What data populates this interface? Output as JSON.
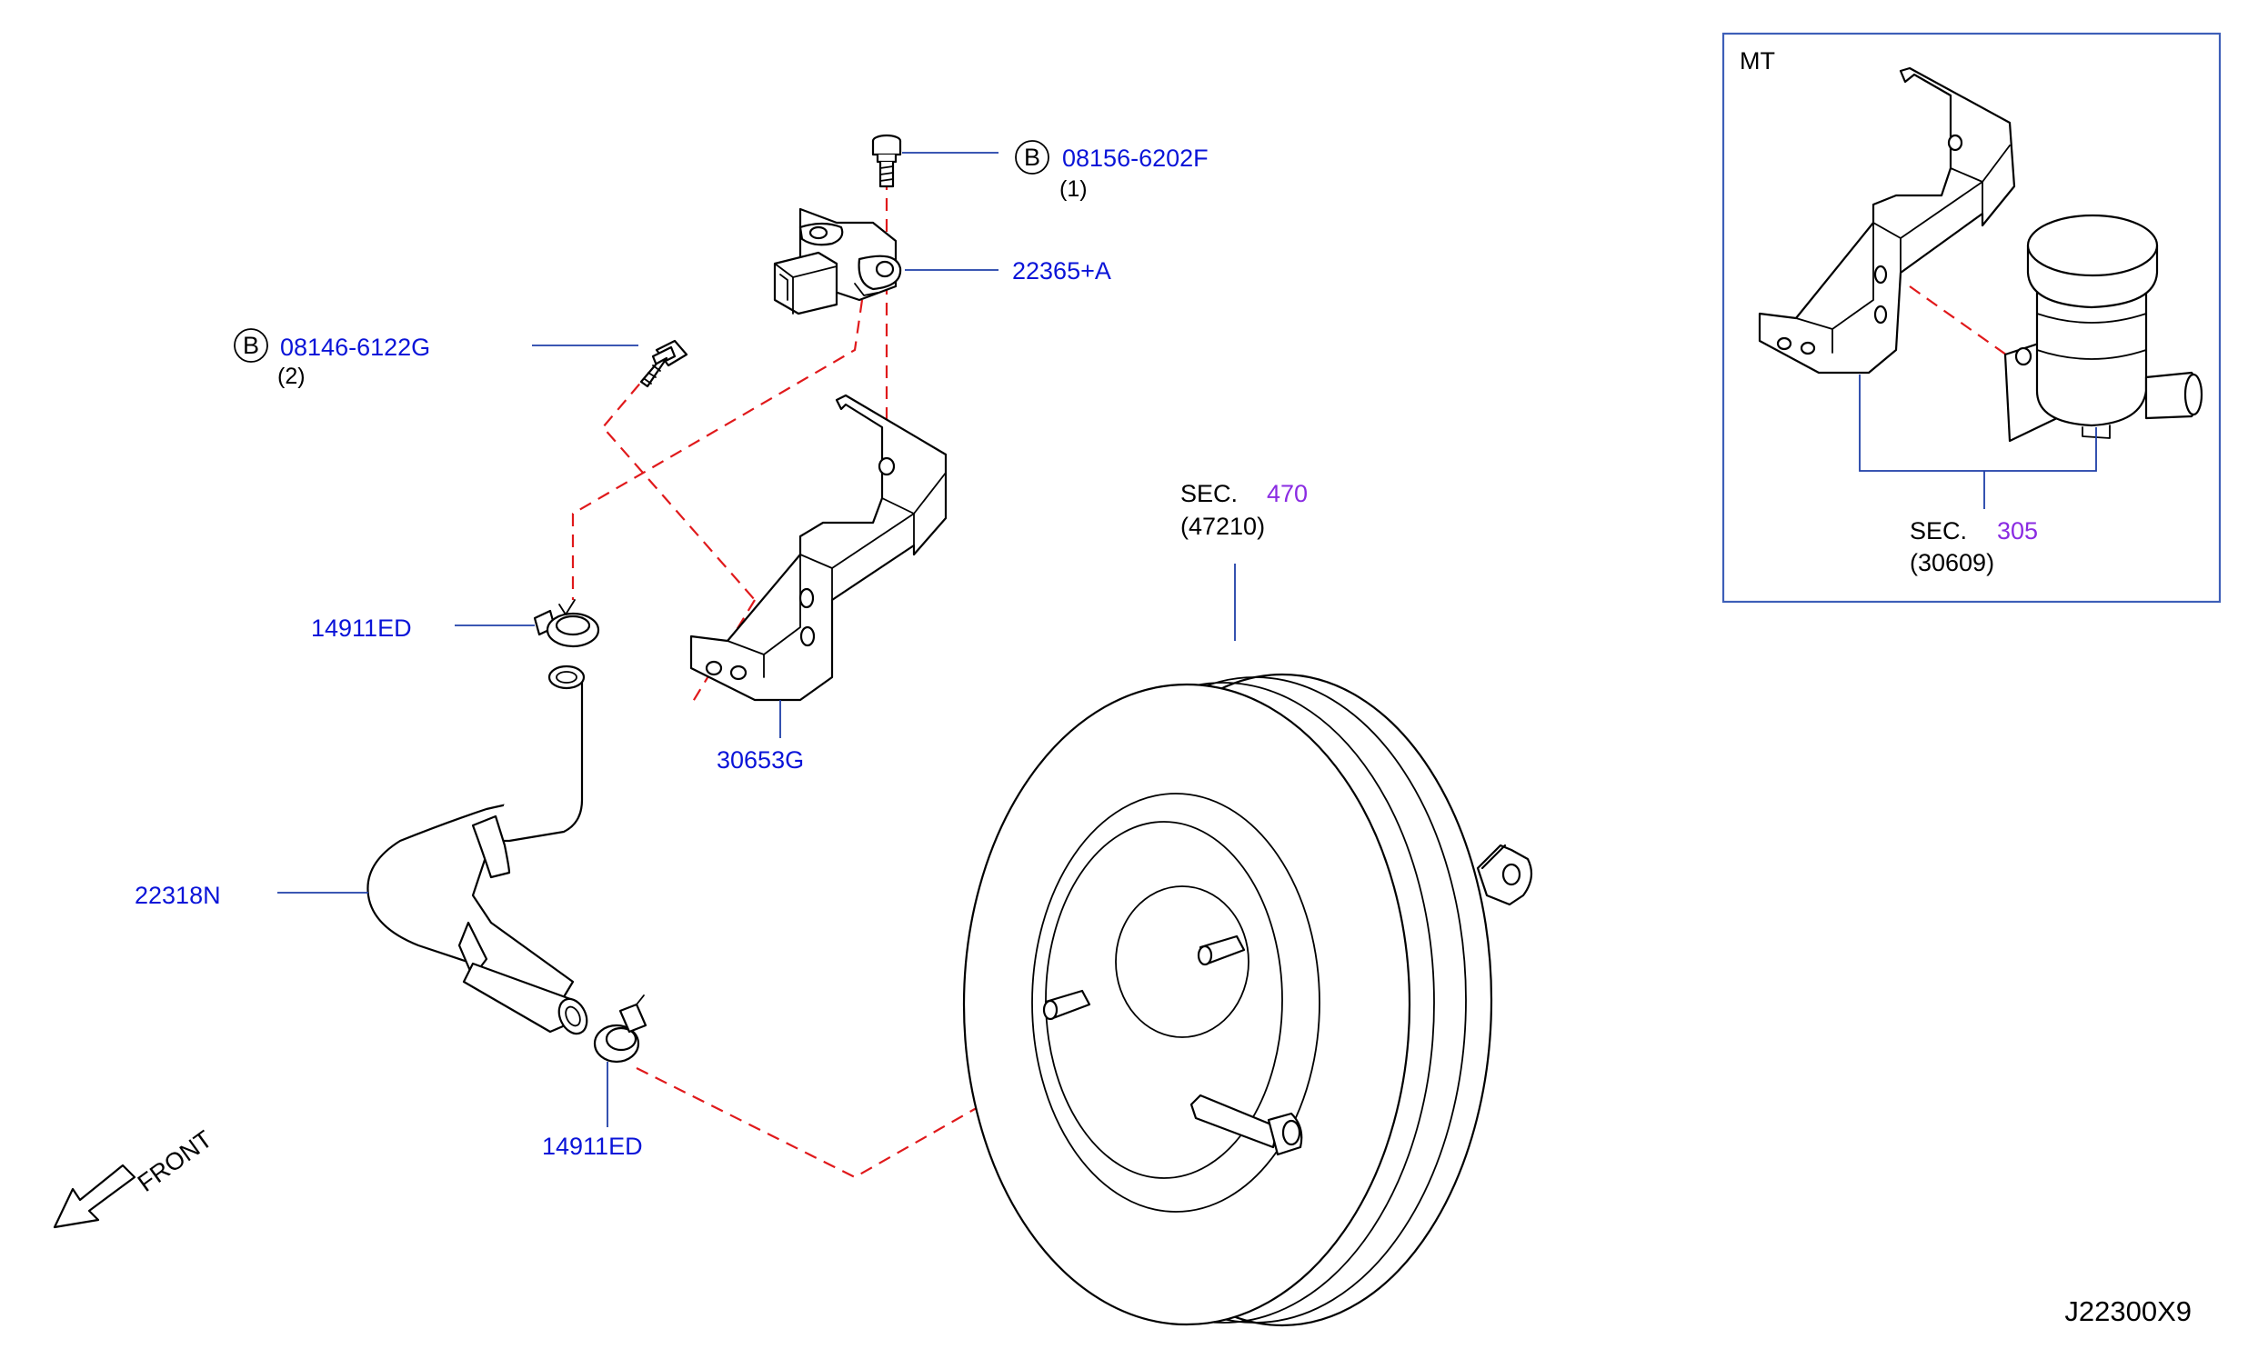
{
  "callouts": {
    "bolt_top": {
      "marker": "B",
      "part_no": "08156-6202F",
      "qty": "(1)"
    },
    "sensor": {
      "part_no": "22365+A"
    },
    "bolt_left": {
      "marker": "B",
      "part_no": "08146-6122G",
      "qty": "(2)"
    },
    "clamp_upper": {
      "part_no": "14911ED"
    },
    "bracket": {
      "part_no": "30653G"
    },
    "hose": {
      "part_no": "22318N"
    },
    "clamp_lower": {
      "part_no": "14911ED"
    },
    "booster": {
      "sec_label": "SEC.",
      "sec_no": "470",
      "ref": "(47210)"
    }
  },
  "inset": {
    "title": "MT",
    "sec_label": "SEC.",
    "sec_no": "305",
    "ref": "(30609)"
  },
  "front_label": "FRONT",
  "diagram_code": "J22300X9",
  "colors": {
    "part_number": "#0a14d8",
    "section_number": "#8a2be2",
    "dashed_guide": "#e0191b",
    "leader": "#1f3fa8"
  }
}
